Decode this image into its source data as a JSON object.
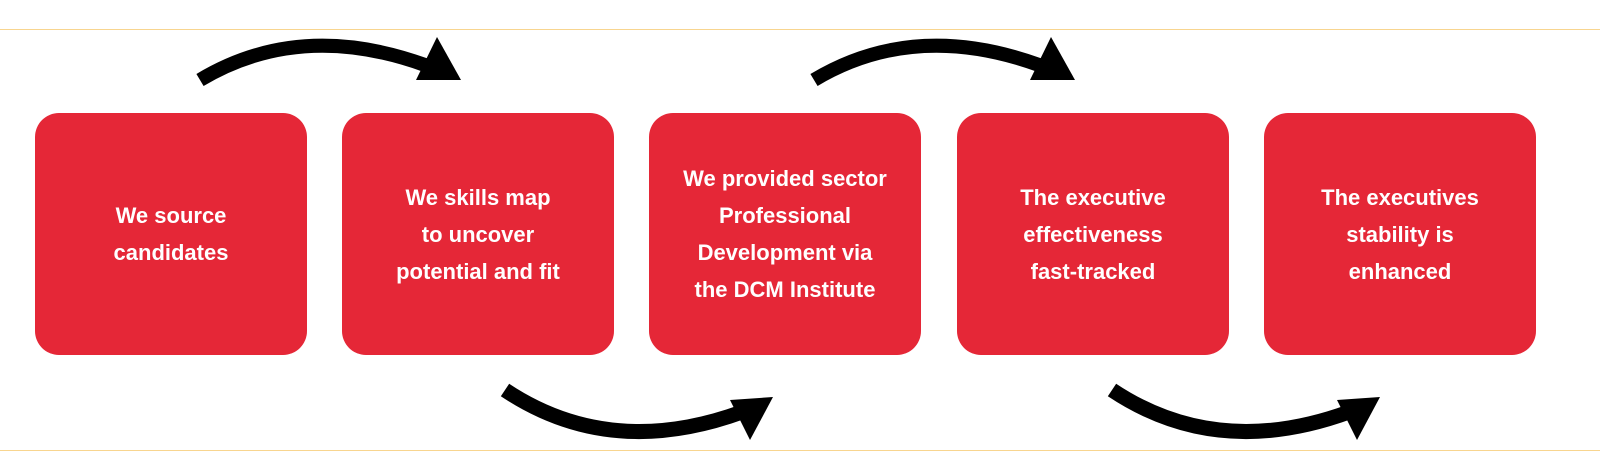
{
  "colors": {
    "box": "#e52737",
    "arrow": "#000000",
    "rule": "#f8d58f"
  },
  "steps": [
    {
      "label": "We source\ncandidates"
    },
    {
      "label": "We skills map\nto uncover\npotential and fit"
    },
    {
      "label": "We provided sector\nProfessional\nDevelopment via\nthe DCM Institute"
    },
    {
      "label": "The executive\neffectiveness\nfast-tracked"
    },
    {
      "label": "The executives\nstability is\nenhanced"
    }
  ]
}
